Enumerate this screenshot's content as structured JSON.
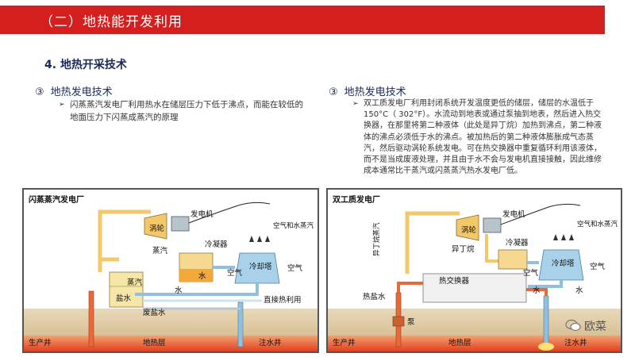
{
  "header": {
    "title": "（二）地热能开发利用"
  },
  "section": {
    "title": "4. 地热开采技术"
  },
  "left": {
    "num": "③",
    "heading": "地热发电技术",
    "bullet": "闪蒸蒸汽发电厂利用热水在储层压力下低于沸点，而能在较低的地面压力下闪蒸成蒸汽的原理"
  },
  "right": {
    "num": "③",
    "heading": "地热发电技术",
    "bullet": "双工质发电厂利用封闭系统开发温度更低的储层，储层的水温低于150°C（ 302°F）。水流动到地表或通过泵抽到地表，然后进入热交换器，在那里将第二种液体（此处是异丁烷）加热到沸点，第二种液体的沸点必须低于水的沸点。被加热后的第二种液体膨胀成气态蒸汽，然后驱动涡轮系统发电。可在热交换器中重复循环利用该液体，而不是当成废液处理，并且由于水不会与发电机直接接触，因此维修成本通常比干蒸汽或闪蒸蒸汽热水发电厂低。"
  },
  "flash_diagram": {
    "title": "闪蒸蒸汽发电厂",
    "turbine": "涡轮",
    "generator": "发电机",
    "steam": "蒸汽",
    "condenser": "冷凝器",
    "air_water_steam": "空气和水蒸汽",
    "cooling_tower": "冷却塔",
    "air1": "空气",
    "air2": "空气",
    "water1": "水",
    "water2": "水",
    "separator_steam": "蒸汽",
    "brine": "盐水",
    "waste_brine": "废盐水",
    "direct_use": "直接热利用",
    "production_well": "生产井",
    "reservoir": "地热层",
    "injection_well": "注水井"
  },
  "binary_diagram": {
    "title": "双工质发电厂",
    "turbine": "涡轮",
    "generator": "发电机",
    "isobutane_vapor": "异丁烷蒸汽",
    "isobutane": "异丁烷",
    "condenser": "冷凝器",
    "air_water_steam": "空气和水蒸汽",
    "cooling_tower": "冷却塔",
    "air1": "空气",
    "air2": "空气",
    "water1": "水",
    "water2": "水",
    "heat_exchanger": "热交换器",
    "hot_brine": "热盐水",
    "pump": "泵",
    "production_well": "生产井",
    "reservoir": "地热层",
    "injection_well": "注水井"
  },
  "watermark": {
    "text": "欧菜"
  }
}
